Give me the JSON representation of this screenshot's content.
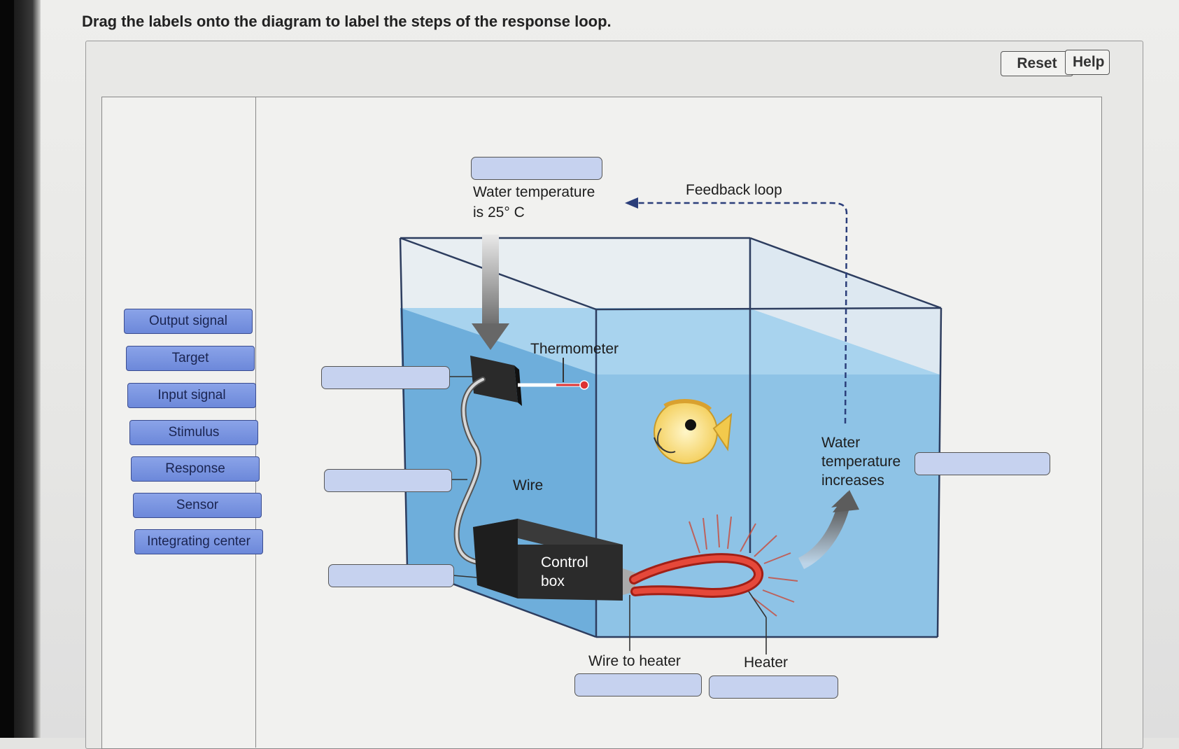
{
  "instructions": "Drag the labels onto the diagram to label the steps of the response loop.",
  "toolbar": {
    "reset_label": "Reset",
    "help_label": "Help"
  },
  "label_bank": [
    "Output signal",
    "Target",
    "Input signal",
    "Stimulus",
    "Response",
    "Sensor",
    "Integrating center"
  ],
  "diagram": {
    "water_temp_line1": "Water temperature",
    "water_temp_line2": "is 25° C",
    "feedback_loop": "Feedback loop",
    "thermometer": "Thermometer",
    "wire": "Wire",
    "control_box_line1": "Control",
    "control_box_line2": "box",
    "temp_increases_line1": "Water",
    "temp_increases_line2": "temperature",
    "temp_increases_line3": "increases",
    "wire_to_heater": "Wire to heater",
    "heater": "Heater"
  },
  "colors": {
    "chip_fill": "#7a93e0",
    "drop_zone_fill": "#c6d2ef",
    "water": "#8ec3e6",
    "heater_coil": "#d93a2b"
  }
}
